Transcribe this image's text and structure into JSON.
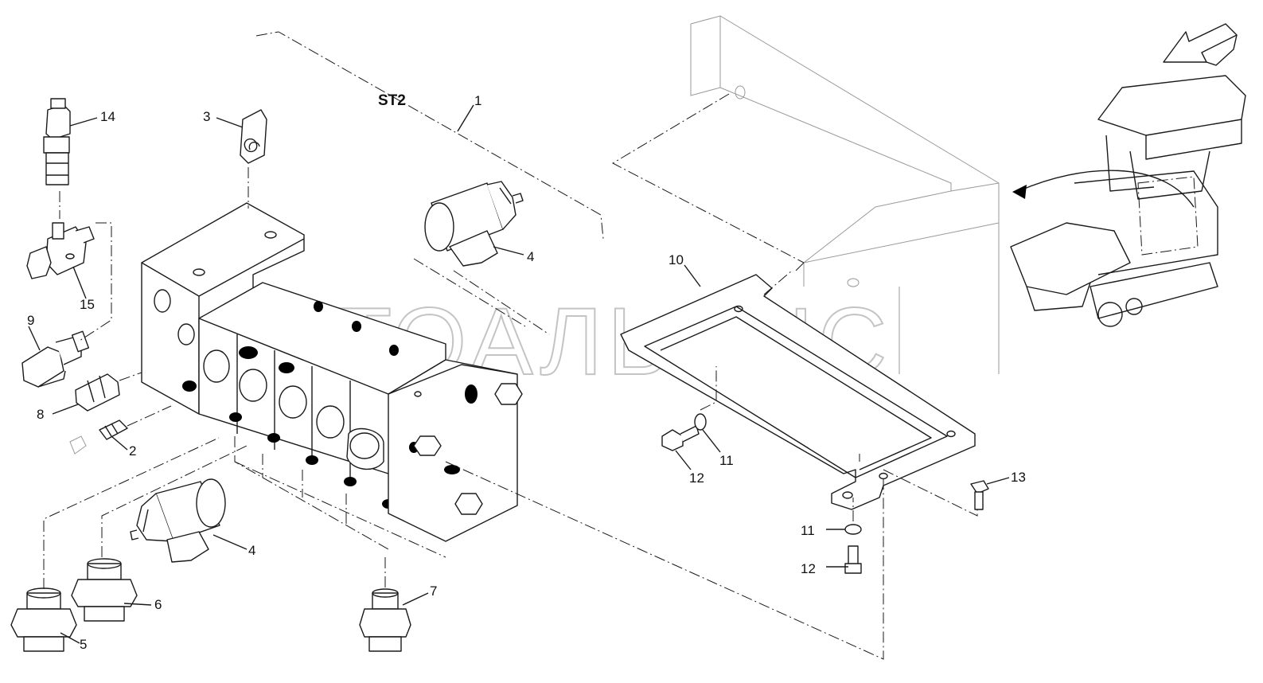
{
  "watermark": "АВТОАЛЬЯНС",
  "section_label": "ST2",
  "callouts": {
    "c1": "1",
    "c2": "2",
    "c3": "3",
    "c4a": "4",
    "c4b": "4",
    "c5": "5",
    "c6": "6",
    "c7": "7",
    "c8": "8",
    "c9": "9",
    "c10": "10",
    "c11a": "11",
    "c11b": "11",
    "c12a": "12",
    "c12b": "12",
    "c13": "13",
    "c14": "14",
    "c15": "15"
  }
}
